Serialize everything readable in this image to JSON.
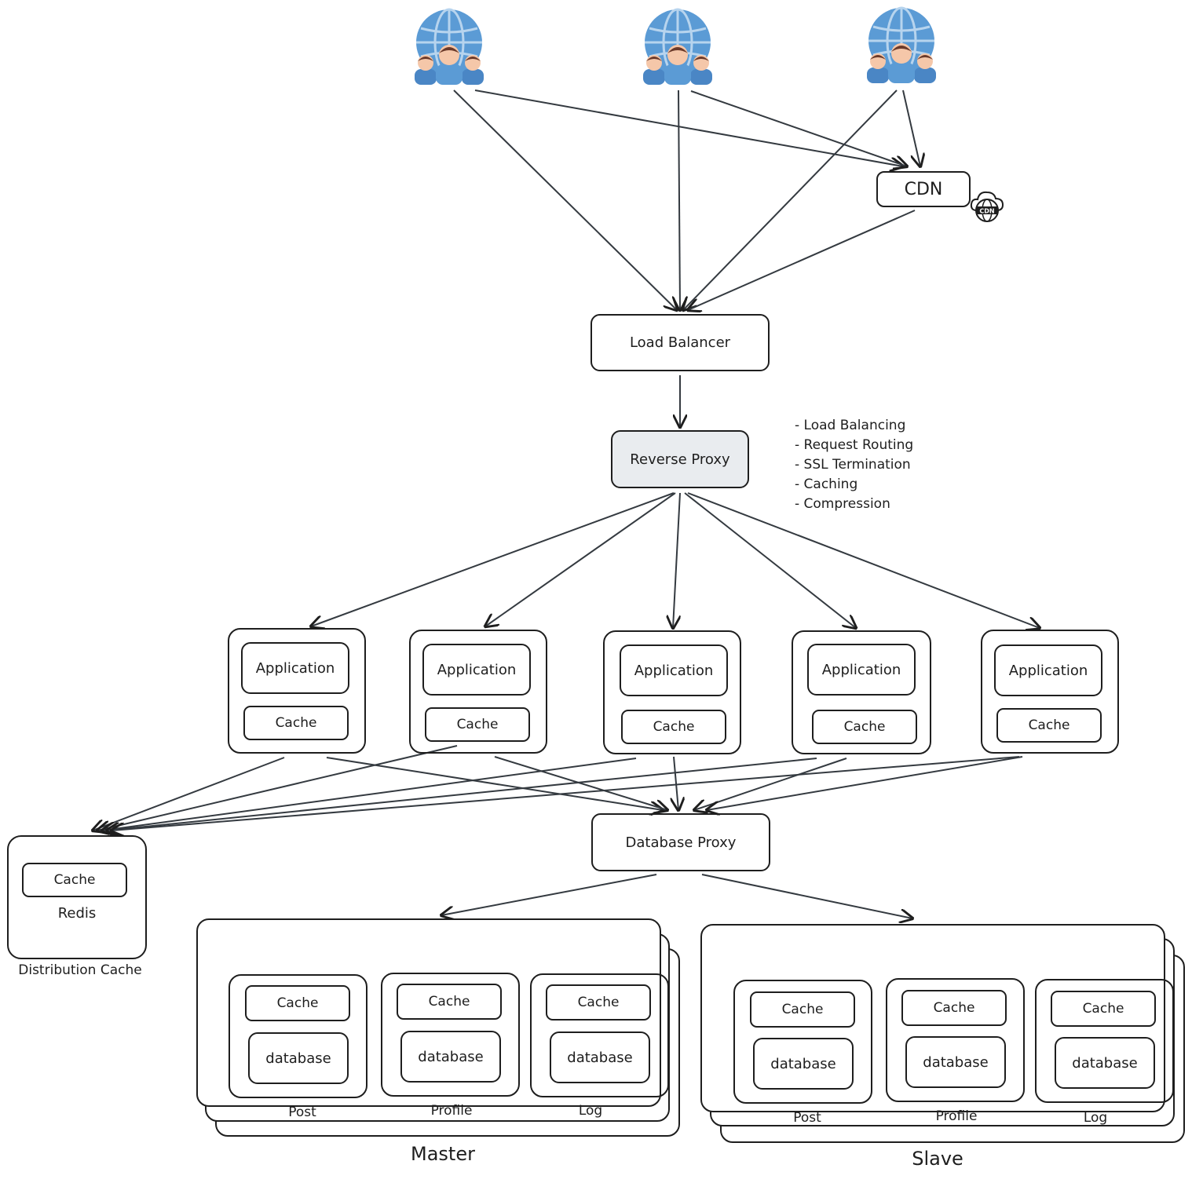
{
  "clients": [
    {
      "icon": "users-globe-icon"
    },
    {
      "icon": "users-globe-icon"
    },
    {
      "icon": "users-globe-icon"
    }
  ],
  "cdn": {
    "label": "CDN",
    "icon": "cdn-cloud-icon",
    "icon_text": "CDN"
  },
  "load_balancer": {
    "label": "Load Balancer"
  },
  "reverse_proxy": {
    "label": "Reverse Proxy",
    "fill": "#e9ecef",
    "notes": [
      "- Load Balancing",
      "- Request Routing",
      "- SSL Termination",
      "- Caching",
      "- Compression"
    ]
  },
  "app_servers": [
    {
      "app_label": "Application",
      "cache_label": "Cache"
    },
    {
      "app_label": "Application",
      "cache_label": "Cache"
    },
    {
      "app_label": "Application",
      "cache_label": "Cache"
    },
    {
      "app_label": "Application",
      "cache_label": "Cache"
    },
    {
      "app_label": "Application",
      "cache_label": "Cache"
    }
  ],
  "distributed_cache": {
    "cache_label": "Cache",
    "engine_label": "Redis",
    "caption": "Distribution Cache"
  },
  "database_proxy": {
    "label": "Database Proxy"
  },
  "master": {
    "caption": "Master",
    "shards": [
      {
        "cache_label": "Cache",
        "db_label": "database",
        "name": "Post"
      },
      {
        "cache_label": "Cache",
        "db_label": "database",
        "name": "Profile"
      },
      {
        "cache_label": "Cache",
        "db_label": "database",
        "name": "Log"
      }
    ]
  },
  "slave": {
    "caption": "Slave",
    "shards": [
      {
        "cache_label": "Cache",
        "db_label": "database",
        "name": "Post"
      },
      {
        "cache_label": "Cache",
        "db_label": "database",
        "name": "Profile"
      },
      {
        "cache_label": "Cache",
        "db_label": "database",
        "name": "Log"
      }
    ]
  },
  "colors": {
    "stroke": "#1e1e1e",
    "proxy_fill": "#e9ecef",
    "globe": "#5b9bd5",
    "person_shirt": "#5b9bd5",
    "person_skin": "#f5c7a9",
    "person_hair": "#6b3a2a"
  }
}
